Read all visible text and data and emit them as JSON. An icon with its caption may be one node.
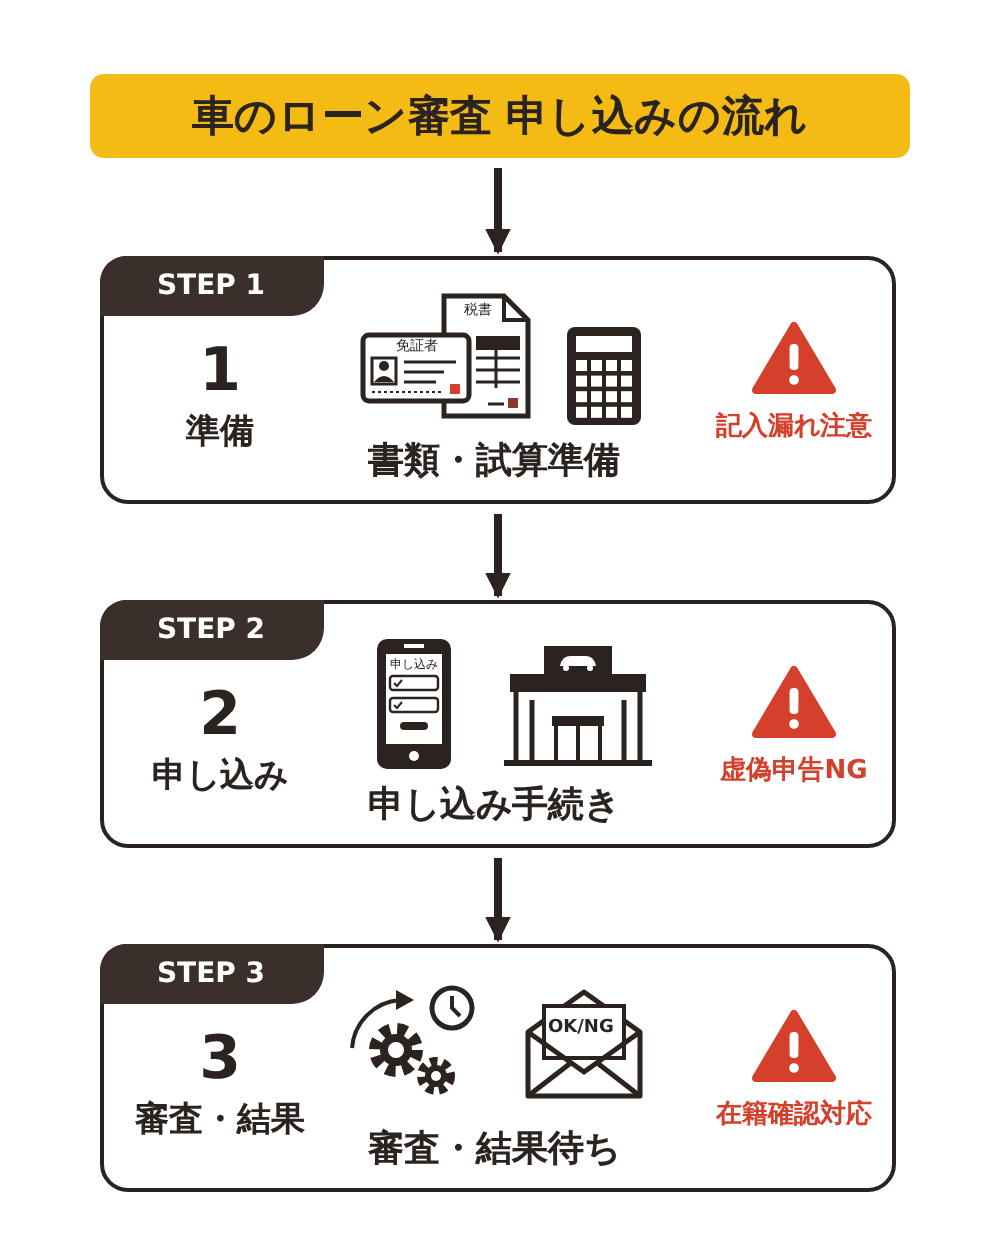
{
  "diagram": {
    "title": "車のローン審査 申し込みの流れ",
    "nodes": [
      {
        "text": [
          "STEP 1",
          "1",
          "準備",
          "書類・試算準備",
          "記入漏れ注意"
        ]
      },
      {
        "text": [
          "STEP 2",
          "2",
          "申し込み",
          "申し込み手続き",
          "虚偽申告NG"
        ]
      },
      {
        "text": [
          "STEP 3",
          "3",
          "審査・結果",
          "審査・結果待ち",
          "在籍確認対応"
        ]
      }
    ],
    "edges": [
      {
        "from": null,
        "to": 0,
        "arrow": "to"
      },
      {
        "from": 0,
        "to": 1,
        "arrow": "to"
      },
      {
        "from": 1,
        "to": 2,
        "arrow": "to"
      }
    ],
    "labels": [
      "税書",
      "免証者",
      "申し込み",
      "OK/NG"
    ]
  }
}
